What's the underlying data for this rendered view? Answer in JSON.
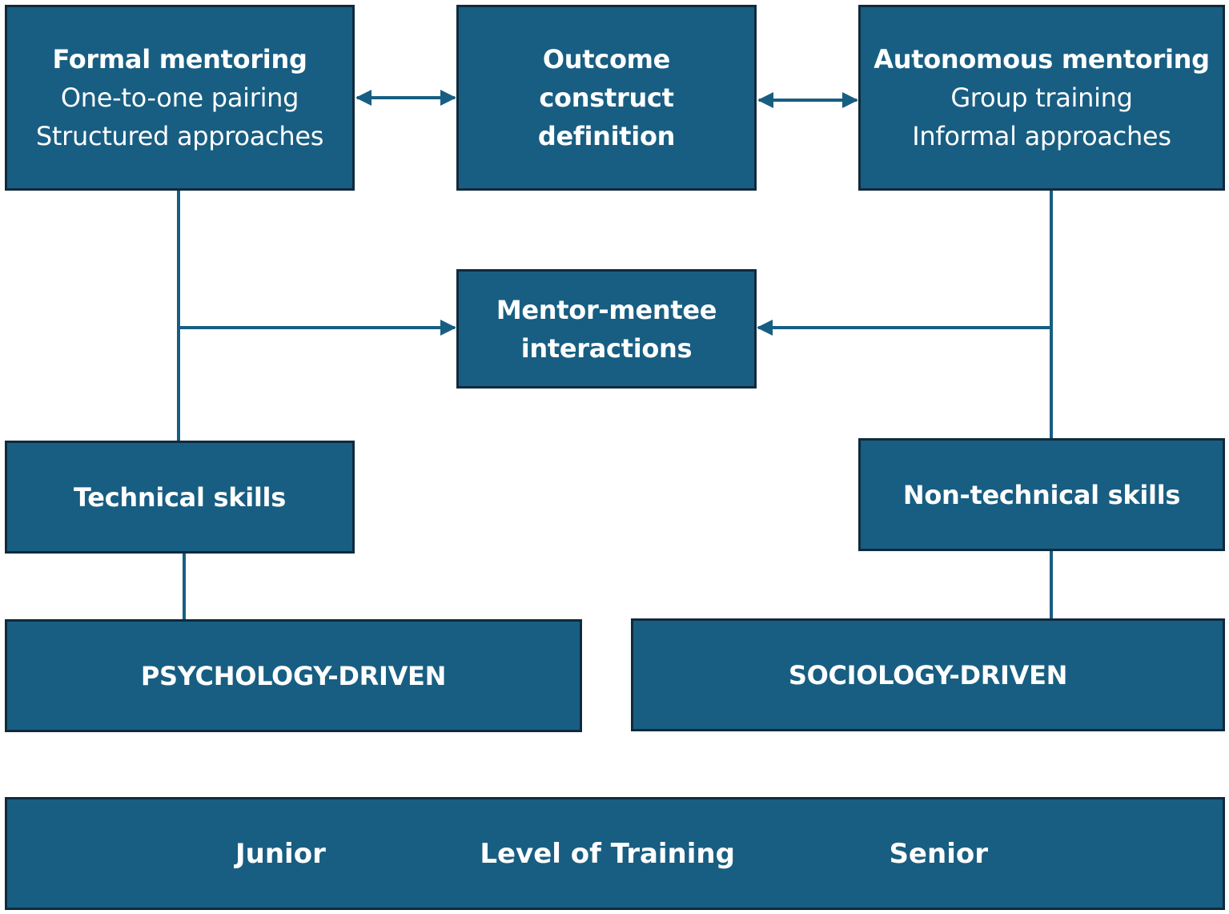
{
  "colors": {
    "box_fill": "#185e82",
    "box_border": "#0f2a3d",
    "connector": "#185e82",
    "text": "#ffffff"
  },
  "boxes": {
    "formal": {
      "title": "Formal mentoring",
      "line1": "One-to-one pairing",
      "line2": "Structured approaches"
    },
    "outcome": {
      "line1": "Outcome",
      "line2": "construct",
      "line3": "definition"
    },
    "autonomous": {
      "title": "Autonomous mentoring",
      "line1": "Group training",
      "line2": "Informal approaches"
    },
    "interactions": {
      "line1": "Mentor-mentee",
      "line2": "interactions"
    },
    "technical": {
      "title": "Technical skills"
    },
    "nontechnical": {
      "title": "Non-technical skills"
    },
    "psychology": {
      "title": "PSYCHOLOGY-DRIVEN"
    },
    "sociology": {
      "title": "SOCIOLOGY-DRIVEN"
    }
  },
  "training_bar": {
    "left": "Junior",
    "center": "Level of Training",
    "right": "Senior"
  }
}
